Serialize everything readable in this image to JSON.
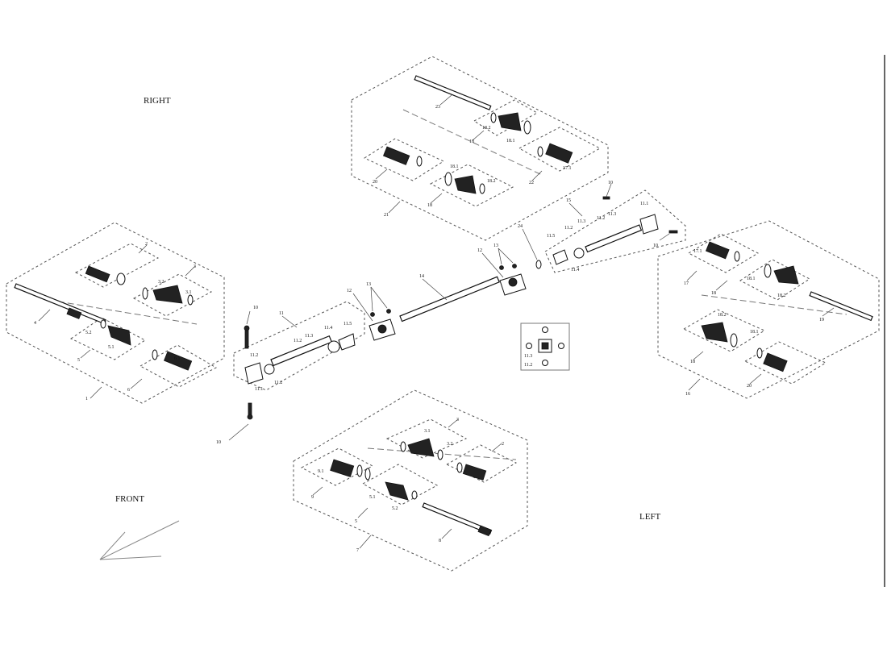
{
  "orientation_labels": {
    "right": "RIGHT",
    "left": "LEFT",
    "front": "FRONT"
  },
  "callouts": {
    "a_1": "1",
    "a_2": "2",
    "a_3": "3",
    "a_3_1": "3.1",
    "a_3_2": "3.2",
    "a_4": "4",
    "a_5": "5",
    "a_5_1": "5.1",
    "a_5_2": "5.2",
    "a_6": "6",
    "a_6_1": "6.1",
    "b_7": "7",
    "b_2": "2",
    "b_3": "3",
    "b_3_1": "3.1",
    "b_3_2": "3.2",
    "b_8": "8",
    "b_5": "5",
    "b_5_1": "5.1",
    "b_5_2": "5.2",
    "b_9": "9",
    "b_9_1": "9.1",
    "c_10a": "10",
    "c_10b": "10",
    "c_11": "11",
    "c_11_1": "11.1",
    "c_11_2a": "11.2",
    "c_11_2b": "11.2",
    "c_11_2c": "11.2",
    "c_11_3": "11.3",
    "c_11_4": "11.4",
    "c_11_5": "11.5",
    "c_12a": "12",
    "c_13a": "13",
    "c_14": "14",
    "c_12b": "12",
    "c_13b": "13",
    "c_24": "24",
    "d_15": "15",
    "d_11_5": "11.5",
    "d_11_2a": "11.2",
    "d_11_3a": "11.3",
    "d_11_4": "11.4",
    "d_11_2b": "11.2",
    "d_11_3b": "11.3",
    "d_11_1": "11.1",
    "d_10a": "10",
    "d_10b": "10",
    "e_21": "21",
    "e_23": "23",
    "e_18a": "18",
    "e_18_2a": "18.2",
    "e_18_1a": "18.1",
    "e_22": "22",
    "e_17_1": "17.1",
    "e_20": "20",
    "e_18b": "18",
    "e_18_1b": "18.1",
    "e_18_2b": "18.2",
    "f_16": "16",
    "f_17": "17",
    "f_17_1": "17.1",
    "f_18a": "18",
    "f_18_1a": "18.1",
    "f_18_2a": "18.2",
    "f_19": "19",
    "f_18b": "18",
    "f_18_2b": "18.2",
    "f_18_1b": "18.1",
    "f_20": "20",
    "g_11_3": "11.3",
    "g_11_2": "11.2"
  }
}
